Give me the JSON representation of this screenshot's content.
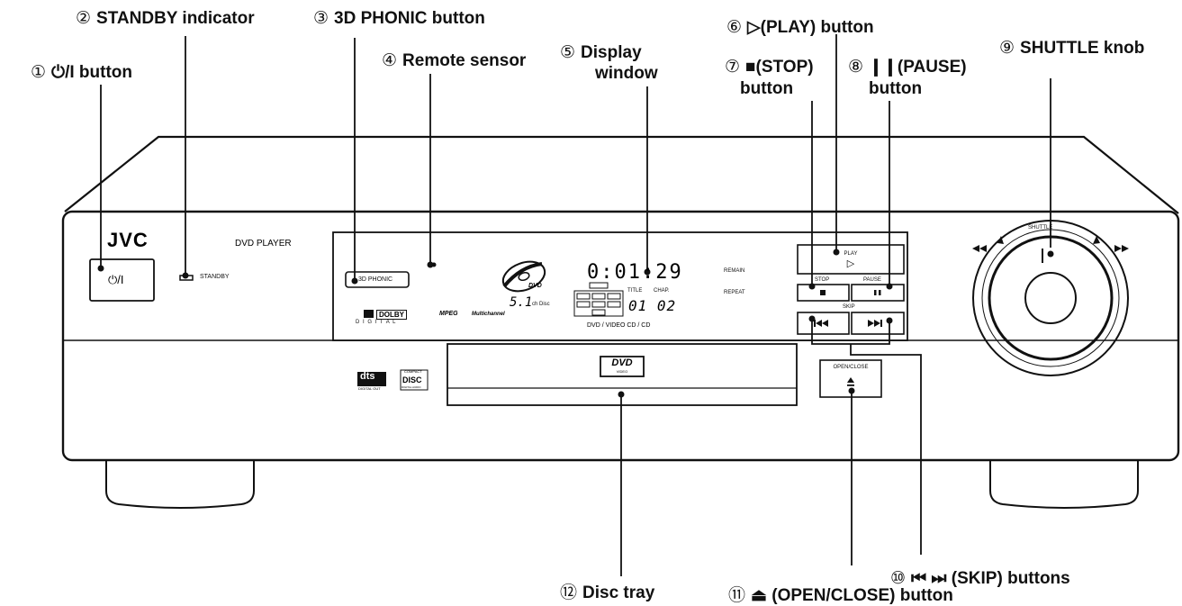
{
  "callouts": {
    "c1": {
      "num": "①",
      "label": "⏻/I button"
    },
    "c2": {
      "num": "②",
      "label": "STANDBY indicator"
    },
    "c3": {
      "num": "③",
      "label": "3D PHONIC button"
    },
    "c4": {
      "num": "④",
      "label": "Remote sensor"
    },
    "c5": {
      "num": "⑤",
      "label_line1": "Display",
      "label_line2": "window"
    },
    "c6": {
      "num": "⑥",
      "label": "▷(PLAY) button"
    },
    "c7": {
      "num": "⑦",
      "label_line1": "■(STOP)",
      "label_line2": "button"
    },
    "c8": {
      "num": "⑧",
      "label_line1": "❙❙(PAUSE)",
      "label_line2": "button"
    },
    "c9": {
      "num": "⑨",
      "label": "SHUTTLE knob"
    },
    "c10": {
      "num": "⑩",
      "label": "⏮ ⏭ (SKIP) buttons"
    },
    "c11": {
      "num": "⑪",
      "label": "⏏ (OPEN/CLOSE) button"
    },
    "c12": {
      "num": "⑫",
      "label": "Disc tray"
    }
  },
  "panel": {
    "brand": "JVC",
    "model": "DVD PLAYER",
    "power_symbol": "⏻/I",
    "standby_label": "STANDBY",
    "phonic_label": "3D PHONIC",
    "dolby_label": "DOLBY",
    "digital_label": "D I G I T A L",
    "mpeg_label": "MPEG",
    "multichannel_label": "Multichannel",
    "dts_label": "dts",
    "dts_sub": "DIGITAL OUT",
    "cd_label": "DISC",
    "cd_top": "COMPACT",
    "cd_sub": "DIGITAL AUDIO",
    "play_label": "PLAY",
    "play_symbol": "▷",
    "stop_label": "STOP",
    "pause_label": "PAUSE",
    "skip_label": "SKIP",
    "openclose_label": "OPEN/CLOSE",
    "shuttle_label": "SHUTTLE",
    "tray_logo": "DVD",
    "tray_logo_sub": "VIDEO"
  },
  "display": {
    "time": "0:01:29",
    "remain": "REMAIN",
    "repeat": "REPEAT",
    "title": "TITLE",
    "chap": "CHAP.",
    "track": "01 02",
    "channels": "5.1",
    "ch_disc": "ch  Disc",
    "dvd_logo": "DVD",
    "formats": "DVD / VIDEO CD / CD"
  },
  "colors": {
    "line": "#111111",
    "background": "#ffffff"
  }
}
